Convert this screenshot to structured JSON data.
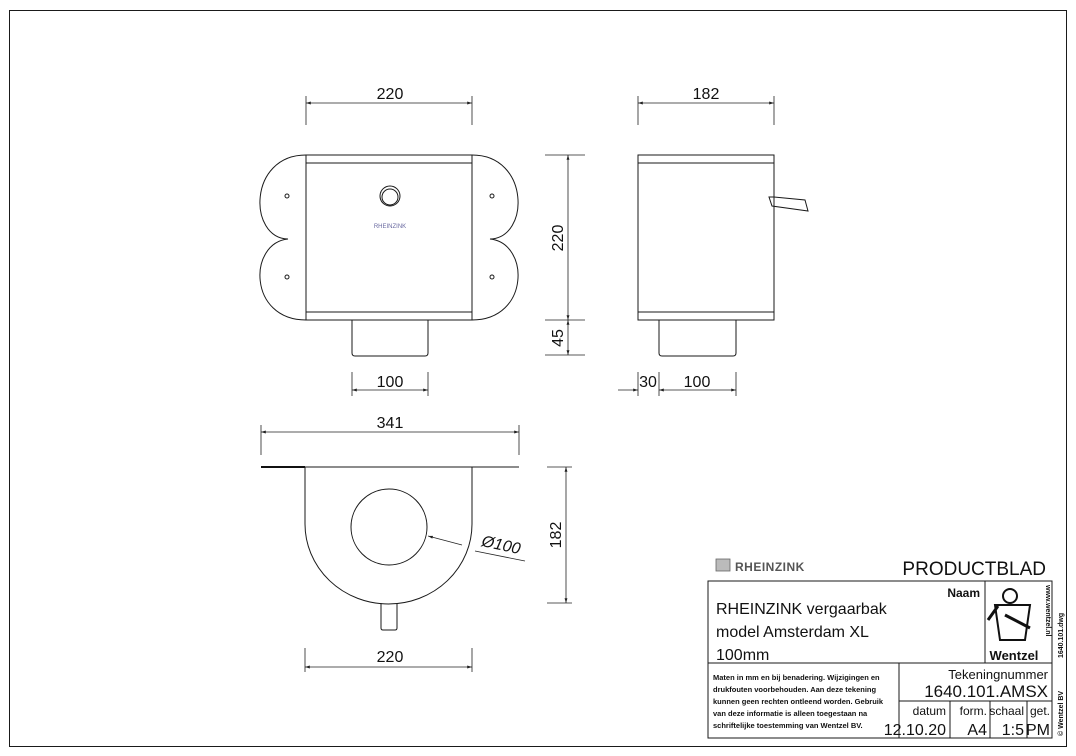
{
  "front_view": {
    "brand_mark": "RHEINZINK",
    "dim_width": "220",
    "dim_height": "220",
    "dim_outlet_height": "45",
    "dim_outlet_width": "100"
  },
  "side_view": {
    "dim_depth": "182",
    "dim_offset": "30",
    "dim_outlet_width": "100"
  },
  "top_view": {
    "dim_flange_width": "341",
    "dim_diameter": "Ø100",
    "dim_depth": "182",
    "dim_body_width": "220"
  },
  "title_block": {
    "brand_logo": "RHEINZINK",
    "sheet_title": "PRODUCTBLAD",
    "name_label": "Naam",
    "product_name_lines": [
      "RHEINZINK vergaarbak",
      "model Amsterdam XL",
      "100mm"
    ],
    "company_logo_text": "Wentzel",
    "company_url": "www.wentzel.nl",
    "file_name": "1640.101.dwg",
    "copyright": "© Wentzel BV",
    "disclaimer_lines": [
      "Maten in mm en bij benadering. Wijzigingen en",
      "drukfouten voorbehouden. Aan deze tekening",
      "kunnen geen rechten ontleend worden. Gebruik",
      "van deze informatie is alleen toegestaan na",
      "schriftelijke toestemming van Wentzel BV."
    ],
    "drawing_number_label": "Tekeningnummer",
    "drawing_number": "1640.101.AMSX",
    "fields": [
      {
        "label": "datum",
        "value": "12.10.20"
      },
      {
        "label": "form.",
        "value": "A4"
      },
      {
        "label": "schaal",
        "value": "1:5"
      },
      {
        "label": "get.",
        "value": "PM"
      }
    ]
  }
}
